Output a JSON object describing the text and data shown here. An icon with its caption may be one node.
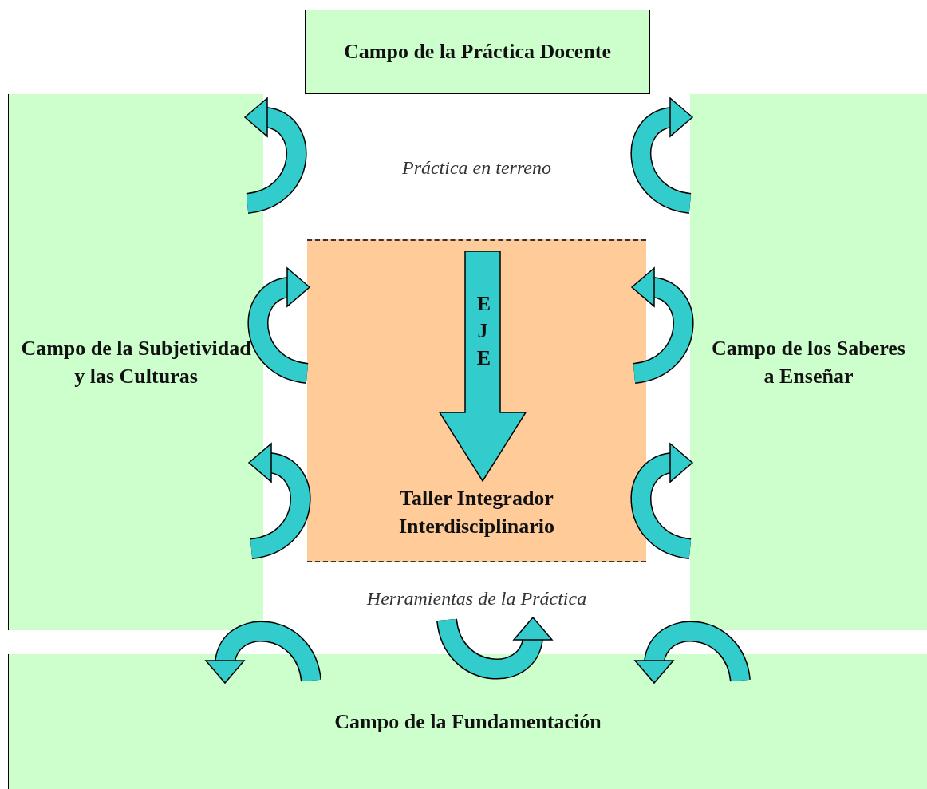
{
  "diagram": {
    "nodes": [
      {
        "text": [
          "Campo de la Práctica Docente"
        ]
      },
      {
        "text": [
          "Práctica en terreno"
        ]
      },
      {
        "text": [
          "Campo de la Subjetividad y las Culturas"
        ]
      },
      {
        "text": [
          "Taller Integrador Interdisciplinario"
        ]
      },
      {
        "text": [
          "EJE"
        ],
        "in": 3
      },
      {
        "text": [
          "Campo de los Saberes a Enseñar"
        ]
      },
      {
        "text": [
          "Herramientas de la Práctica"
        ]
      },
      {
        "text": [
          "Campo de la Fundamentación"
        ]
      }
    ]
  }
}
